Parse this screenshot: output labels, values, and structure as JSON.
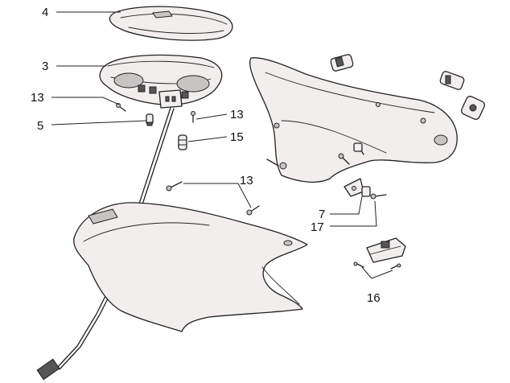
{
  "callouts": {
    "c4": "4",
    "c3": "3",
    "c13a": "13",
    "c5": "5",
    "c13b": "13",
    "c15": "15",
    "c13c": "13",
    "c7": "7",
    "c17": "17",
    "c16": "16"
  }
}
